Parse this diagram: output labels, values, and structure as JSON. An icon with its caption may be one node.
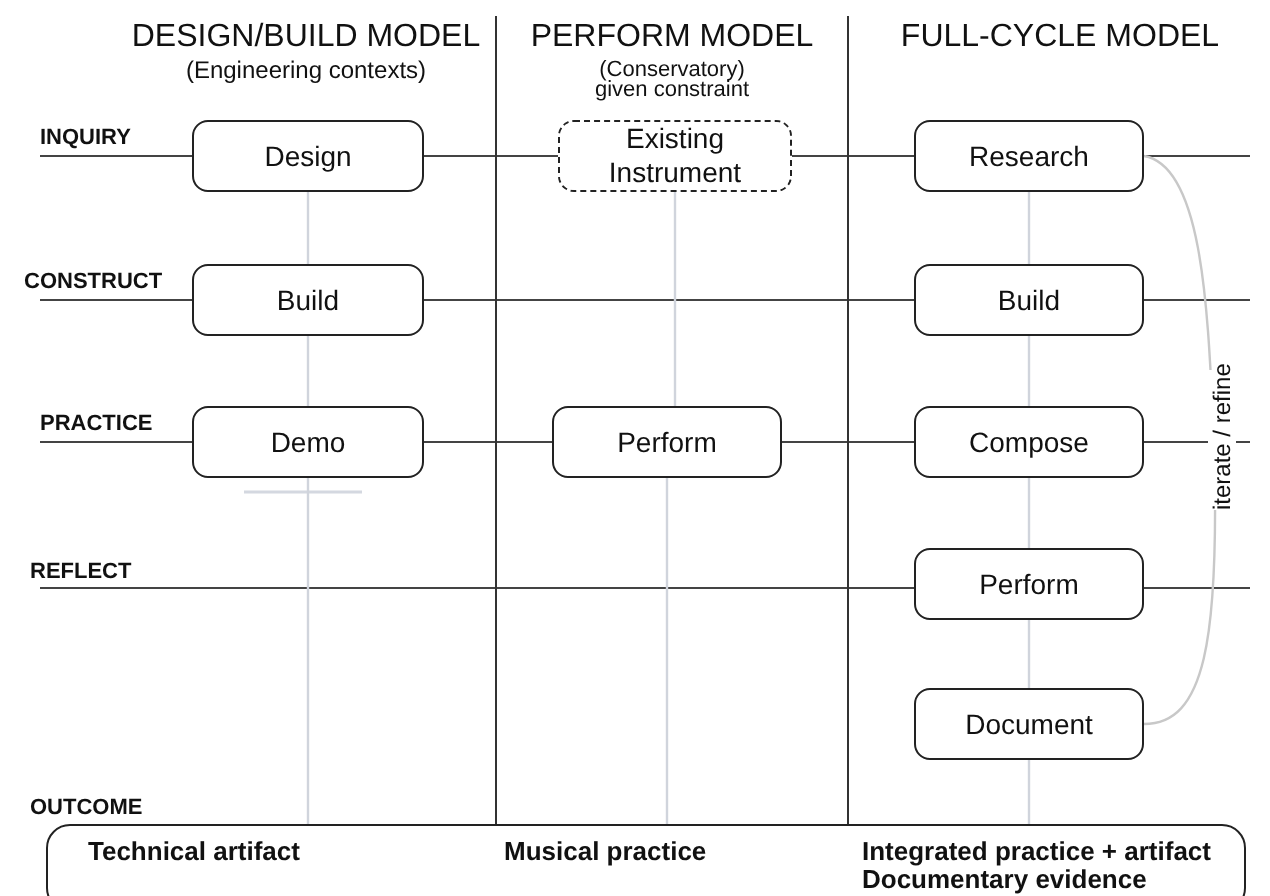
{
  "diagram": {
    "nodes": [
      {
        "text": [
          "Design"
        ]
      },
      {
        "text": [
          "Build"
        ]
      },
      {
        "text": [
          "Demo"
        ]
      },
      {
        "text": [
          "Existing Instrument"
        ]
      },
      {
        "text": [
          "Perform"
        ]
      },
      {
        "text": [
          "Research"
        ]
      },
      {
        "text": [
          "Build"
        ]
      },
      {
        "text": [
          "Compose"
        ]
      },
      {
        "text": [
          "Perform"
        ]
      },
      {
        "text": [
          "Document"
        ]
      },
      {
        "text": [
          "Technical artifact",
          "Musical practice",
          "Integrated practice + artifact",
          "Documentary evidence"
        ]
      }
    ],
    "edges": [
      {
        "from": 0,
        "to": 1,
        "arrow": "none"
      },
      {
        "from": 1,
        "to": 2,
        "arrow": "none"
      },
      {
        "from": 2,
        "to": 10,
        "arrow": "none"
      },
      {
        "from": 3,
        "to": 4,
        "arrow": "none"
      },
      {
        "from": 4,
        "to": 10,
        "arrow": "none"
      },
      {
        "from": 5,
        "to": 6,
        "arrow": "none"
      },
      {
        "from": 6,
        "to": 7,
        "arrow": "none"
      },
      {
        "from": 7,
        "to": 8,
        "arrow": "none"
      },
      {
        "from": 8,
        "to": 9,
        "arrow": "none"
      },
      {
        "from": 9,
        "to": 10,
        "arrow": "none"
      },
      {
        "from": 5,
        "to": 9,
        "arrow": "none",
        "label": "iterate / refine"
      }
    ],
    "labels": [
      "DESIGN/BUILD MODEL",
      "(Engineering contexts)",
      "PERFORM MODEL",
      "(Conservatory)",
      "given constraint",
      "FULL-CYCLE MODEL",
      "INQUIRY",
      "CONSTRUCT",
      "PRACTICE",
      "REFLECT",
      "OUTCOME"
    ]
  }
}
